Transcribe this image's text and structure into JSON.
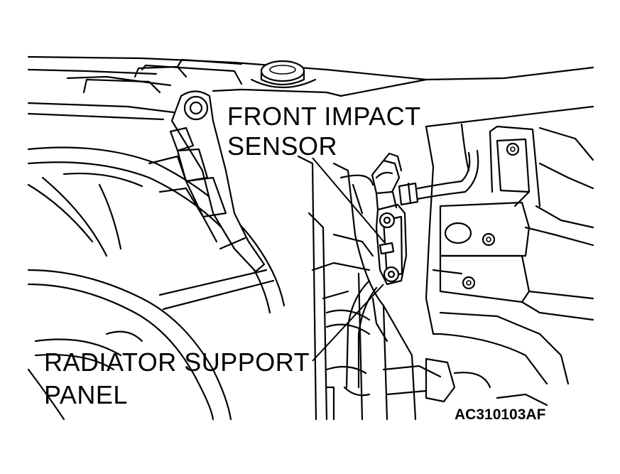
{
  "labels": {
    "front_impact_sensor_line1": "FRONT IMPACT",
    "front_impact_sensor_line2": "SENSOR",
    "radiator_support_panel_line1": "RADIATOR SUPPORT",
    "radiator_support_panel_line2": "PANEL"
  },
  "figure_code": "AC310103AF"
}
